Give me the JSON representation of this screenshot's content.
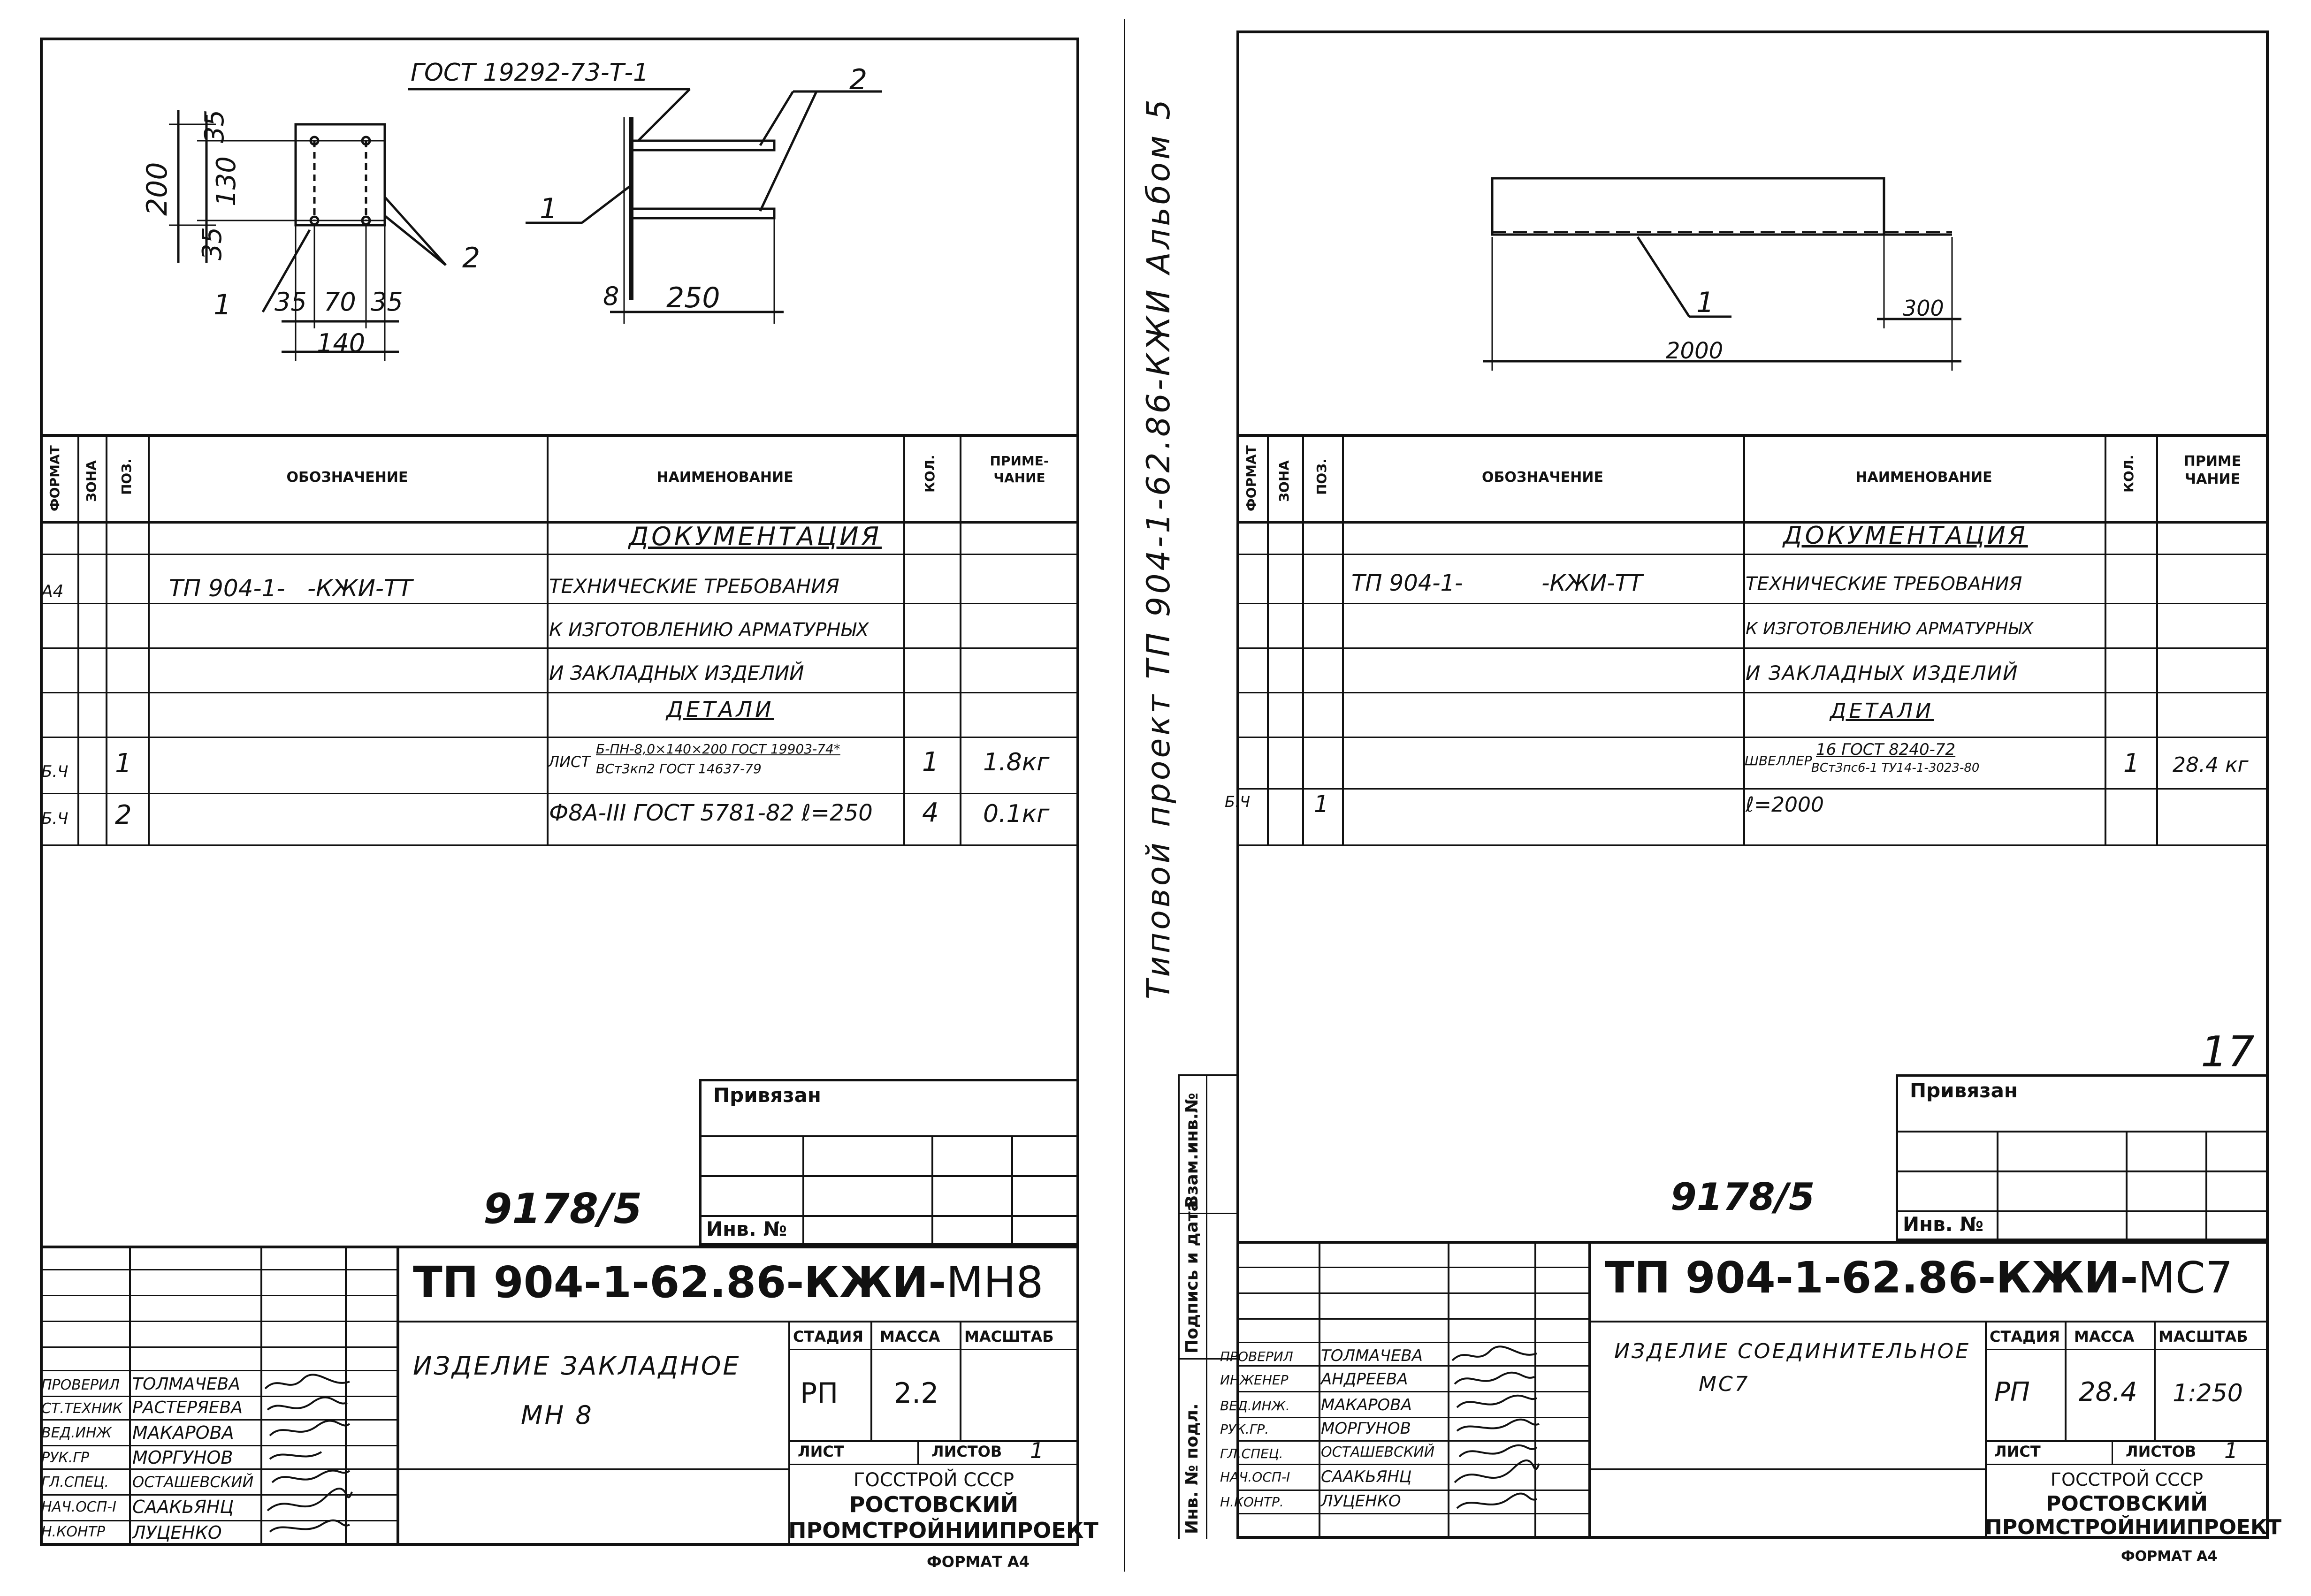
{
  "spine": {
    "title": "Типовой проект ТП 904-1-62.86-КЖИ Альбом 5",
    "stamp_labels": [
      "Инв. № подл.",
      "Подпись и дата",
      "Взам.инв.№"
    ]
  },
  "headers": {
    "format": "ФОРМАТ",
    "zone": "ЗОНА",
    "pos": "ПОЗ.",
    "designation": "ОБОЗНАЧЕНИЕ",
    "name": "НАИМЕНОВАНИЕ",
    "qty": "КОЛ.",
    "note_left": "ПРИМЕ-\nЧАНИЕ",
    "note_right": "ПРИМЕ\nЧАНИЕ"
  },
  "left": {
    "drawing": {
      "gost_label": "ГОСТ 19292-73-Т-1",
      "pos2": "2",
      "pos2b": "2",
      "pos1": "1",
      "pos1b": "1",
      "dim_35a": "35",
      "dim_200": "200",
      "dim_130": "130",
      "dim_35b": "35",
      "dim_35c": "35",
      "dim_70": "70",
      "dim_35d": "35",
      "dim_140": "140",
      "dim_8": "8",
      "dim_250": "250"
    },
    "rows": [
      {
        "format": "",
        "zone": "",
        "pos": "",
        "designation": "",
        "name": "ДОКУМЕНТАЦИЯ",
        "qty": "",
        "note": ""
      },
      {
        "format": "А4",
        "zone": "",
        "pos": "",
        "designation": "ТП 904-1-   -КЖИ-ТТ",
        "name": "ТЕХНИЧЕСКИЕ ТРЕБОВАНИЯ",
        "qty": "",
        "note": ""
      },
      {
        "format": "",
        "zone": "",
        "pos": "",
        "designation": "",
        "name": "К ИЗГОТОВЛЕНИЮ АРМАТУРНЫХ",
        "qty": "",
        "note": ""
      },
      {
        "format": "",
        "zone": "",
        "pos": "",
        "designation": "",
        "name": "И ЗАКЛАДНЫХ ИЗДЕЛИЙ",
        "qty": "",
        "note": ""
      },
      {
        "format": "",
        "zone": "",
        "pos": "",
        "designation": "",
        "name": "ДЕТАЛИ",
        "qty": "",
        "note": ""
      },
      {
        "format": "Б.Ч",
        "zone": "",
        "pos": "1",
        "designation": "",
        "name_prefix": "ЛИСТ",
        "name_top": "Б-ПН-8,0×140×200 ГОСТ 19903-74*",
        "name_bottom": "ВСт3кп2 ГОСТ 14637-79",
        "qty": "1",
        "note": "1.8кг"
      },
      {
        "format": "Б.Ч",
        "zone": "",
        "pos": "2",
        "designation": "",
        "name": "Ф8А-III ГОСТ 5781-82 ℓ=250",
        "qty": "4",
        "note": "0.1кг"
      }
    ],
    "privyazan": "Привязан",
    "inv_no": "Инв. №",
    "album_no": "9178/5",
    "doc_code": "ТП 904-1-62.86-КЖИ-",
    "doc_suffix": "МН8",
    "title_line1": "ИЗДЕЛИЕ ЗАКЛАДНОЕ",
    "title_line2": "МН 8",
    "stage_label": "СТАДИЯ",
    "mass_label": "МАССА",
    "scale_label": "МАСШТАБ",
    "stage": "РП",
    "mass": "2.2",
    "scale": "",
    "sheet_label": "ЛИСТ",
    "sheets_label": "ЛИСТОВ",
    "sheets": "1",
    "org1": "ГОССТРОЙ СССР",
    "org2": "РОСТОВСКИЙ",
    "org3": "ПРОМСТРОЙНИИПРОЕКТ",
    "format_footer": "ФОРМАТ А4",
    "staff": [
      {
        "role": "ПРОВЕРИЛ",
        "name": "ТОЛМАЧЕВА"
      },
      {
        "role": "СТ.ТЕХНИК",
        "name": "РАСТЕРЯЕВА"
      },
      {
        "role": "ВЕД.ИНЖ",
        "name": "МАКАРОВА"
      },
      {
        "role": "РУК.ГР",
        "name": "МОРГУНОВ"
      },
      {
        "role": "ГЛ.СПЕЦ.",
        "name": "ОСТАШЕВСКИЙ"
      },
      {
        "role": "НАЧ.ОСП-I",
        "name": "СААКЬЯНЦ"
      },
      {
        "role": "Н.КОНТР",
        "name": "ЛУЦЕНКО"
      }
    ]
  },
  "right": {
    "drawing": {
      "pos1": "1",
      "dim_300": "300",
      "dim_2000": "2000"
    },
    "page_number": "17",
    "rows": [
      {
        "format": "",
        "zone": "",
        "pos": "",
        "designation": "",
        "name": "ДОКУМЕНТАЦИЯ",
        "qty": "",
        "note": ""
      },
      {
        "format": "",
        "zone": "",
        "pos": "",
        "designation": "ТП 904-1-           -КЖИ-ТТ",
        "name": "ТЕХНИЧЕСКИЕ ТРЕБОВАНИЯ",
        "qty": "",
        "note": ""
      },
      {
        "format": "",
        "zone": "",
        "pos": "",
        "designation": "",
        "name": "К ИЗГОТОВЛЕНИЮ АРМАТУРНЫХ",
        "qty": "",
        "note": ""
      },
      {
        "format": "",
        "zone": "",
        "pos": "",
        "designation": "",
        "name": "И ЗАКЛАДНЫХ ИЗДЕЛИЙ",
        "qty": "",
        "note": ""
      },
      {
        "format": "",
        "zone": "",
        "pos": "",
        "designation": "",
        "name": "ДЕТАЛИ",
        "qty": "",
        "note": ""
      },
      {
        "format": "",
        "zone": "",
        "pos": "",
        "designation": "",
        "name_prefix": "ШВЕЛЛЕР",
        "name_top": "16 ГОСТ 8240-72",
        "name_bottom": "ВСт3пс6-1 ТУ14-1-3023-80",
        "qty": "1",
        "note": "28.4 кг"
      },
      {
        "format": "Б.Ч",
        "zone": "",
        "pos": "1",
        "designation": "",
        "name": "ℓ=2000",
        "qty": "",
        "note": ""
      }
    ],
    "privyazan": "Привязан",
    "inv_no": "Инв. №",
    "album_no": "9178/5",
    "doc_code": "ТП 904-1-62.86-КЖИ-",
    "doc_suffix": "МС7",
    "title_line1": "ИЗДЕЛИЕ СОЕДИНИТЕЛЬНОЕ",
    "title_line2": "МС7",
    "stage_label": "СТАДИЯ",
    "mass_label": "МАССА",
    "scale_label": "МАСШТАБ",
    "stage": "РП",
    "mass": "28.4",
    "scale": "1:250",
    "sheet_label": "ЛИСТ",
    "sheets_label": "ЛИСТОВ",
    "sheets": "1",
    "org1": "ГОССТРОЙ СССР",
    "org2": "РОСТОВСКИЙ",
    "org3": "ПРОМСТРОЙНИИПРОЕКТ",
    "format_footer": "ФОРМАТ А4",
    "staff": [
      {
        "role": "ПРОВЕРИЛ",
        "name": "ТОЛМАЧЕВА"
      },
      {
        "role": "ИНЖЕНЕР",
        "name": "АНДРЕЕВА"
      },
      {
        "role": "ВЕД.ИНЖ.",
        "name": "МАКАРОВА"
      },
      {
        "role": "РУК.ГР.",
        "name": "МОРГУНОВ"
      },
      {
        "role": "ГЛ.СПЕЦ.",
        "name": "ОСТАШЕВСКИЙ"
      },
      {
        "role": "НАЧ.ОСП-I",
        "name": "СААКЬЯНЦ"
      },
      {
        "role": "Н.КОНТР.",
        "name": "ЛУЦЕНКО"
      }
    ]
  }
}
